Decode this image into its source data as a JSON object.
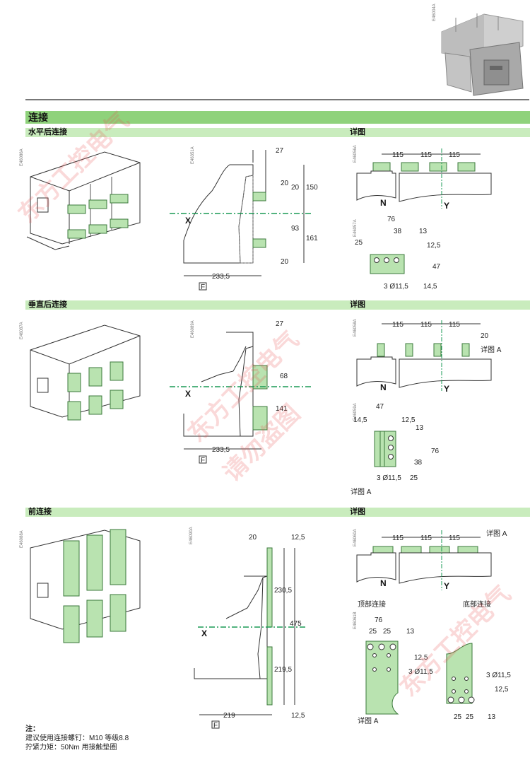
{
  "header": {
    "product_image_label": "circuit-breaker-product-photo",
    "product_fig_id": "E46004A"
  },
  "section": {
    "title": "连接"
  },
  "rows": [
    {
      "title": "水平后连接",
      "detail_title": "详图",
      "iso_fig_id": "E46086A",
      "side_fig_id": "E46351A",
      "side_dims": {
        "top_offset": "27",
        "upper_bar": "20",
        "upper_gap": "20",
        "height_above_axis": "150",
        "axis_to_lower": "93",
        "height_below_axis": "161",
        "lower_bar": "20",
        "depth": "233,5"
      },
      "axis_label": "X",
      "front_ref": "F",
      "detail_top_fig_id": "E46056A",
      "pitch": [
        "115",
        "115",
        "115"
      ],
      "pole_labels": {
        "n": "N",
        "y": "Y"
      },
      "detail_bottom_fig_id": "E46057A",
      "pad_dims": {
        "width": "76",
        "mid": "38",
        "right": "13",
        "left": "25",
        "top": "12,5",
        "height": "47",
        "bottom": "14,5",
        "holes": "3 Ø11,5"
      }
    },
    {
      "title": "垂直后连接",
      "detail_title": "详图",
      "iso_fig_id": "E46087A",
      "side_fig_id": "E46089A",
      "side_dims": {
        "top_offset": "27",
        "upper": "68",
        "lower": "141",
        "depth": "233,5"
      },
      "axis_label": "X",
      "front_ref": "F",
      "detail_top_fig_id": "E46058A",
      "pitch": [
        "115",
        "115",
        "115"
      ],
      "bar_width": "20",
      "detail_ref": "详图 A",
      "pole_labels": {
        "n": "N",
        "y": "Y"
      },
      "detail_bottom_fig_id": "E46059A",
      "pad_dims": {
        "width": "47",
        "left": "14,5",
        "right": "12,5",
        "top": "13",
        "height": "76",
        "mid": "38",
        "bottom": "25",
        "holes": "3 Ø11,5"
      },
      "detail_caption": "详图 A"
    },
    {
      "title": "前连接",
      "detail_title": "详图",
      "iso_fig_id": "E46088A",
      "side_fig_id": "E46090A",
      "side_dims": {
        "thickness": "20",
        "top_margin": "12,5",
        "upper": "230,5",
        "total": "475",
        "lower": "219,5",
        "bottom_margin": "12,5",
        "depth": "219"
      },
      "axis_label": "X",
      "front_ref": "F",
      "detail_top_fig_id": "E46060A",
      "pitch": [
        "115",
        "115",
        "115"
      ],
      "detail_ref": "详图 A",
      "pole_labels": {
        "n": "N",
        "y": "Y"
      },
      "top_conn": {
        "title": "顶部连接",
        "fig_id": "E46061B",
        "width": "76",
        "pitch": [
          "25",
          "25"
        ],
        "right": "13",
        "top": "12,5",
        "holes": "3 Ø11,5",
        "caption": "详图 A"
      },
      "bottom_conn": {
        "title": "底部连接",
        "holes": "3 Ø11,5",
        "bottom": "12,5",
        "pitch": [
          "25",
          "25"
        ],
        "right": "13"
      }
    }
  ],
  "notes": {
    "title": "注：",
    "lines": [
      "建议使用连接螺钉：M10 等级8.8",
      "拧紧力矩：50Nm 用接触垫圈"
    ]
  },
  "watermarks": [
    "东方工控电气",
    "请勿盗图"
  ],
  "colors": {
    "section_band": "#8fd27b",
    "sub_band": "#c9ecbd",
    "copper": "#b9e3b0",
    "axis": "#1a9a55"
  }
}
